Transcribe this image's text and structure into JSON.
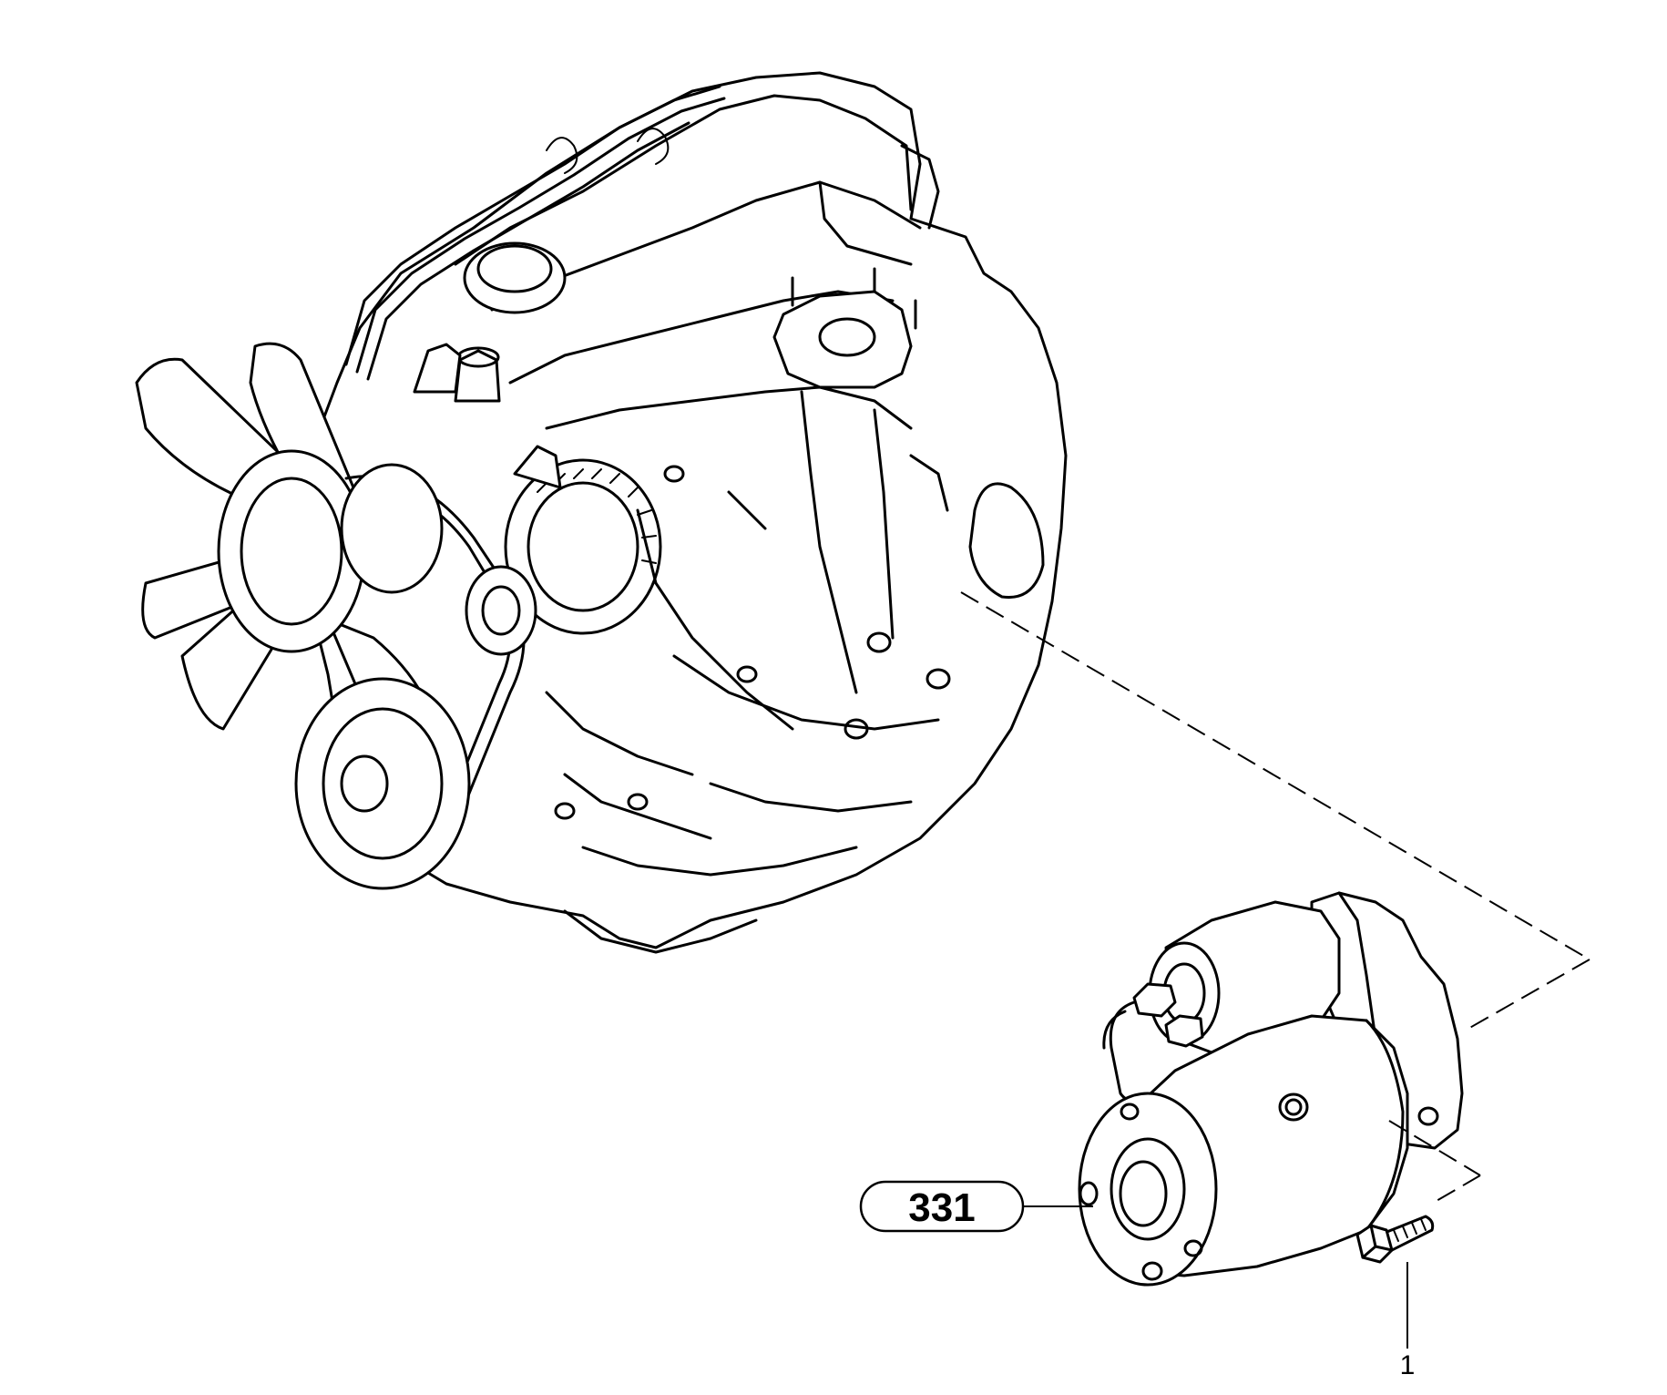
{
  "diagram": {
    "callouts": [
      {
        "id": "starter-motor",
        "label": "331"
      },
      {
        "id": "mounting-bolt",
        "label": "1"
      }
    ]
  }
}
